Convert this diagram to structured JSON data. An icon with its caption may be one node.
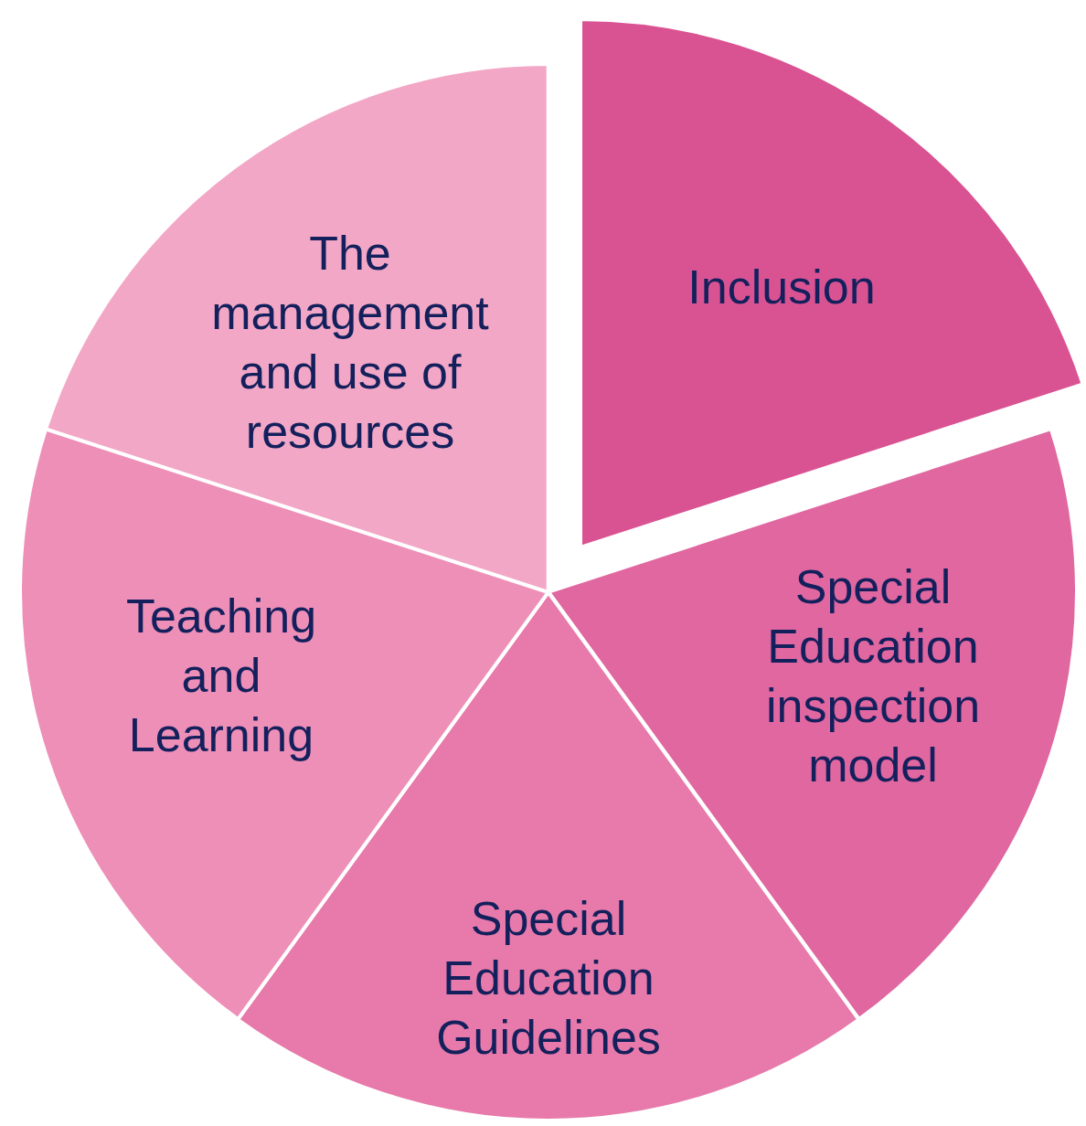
{
  "diagram": {
    "nodes": [
      {
        "text": [
          "Inclusion"
        ]
      },
      {
        "text": [
          "Special Education inspection model"
        ]
      },
      {
        "text": [
          "Special Education Guidelines"
        ]
      },
      {
        "text": [
          "Teaching and Learning"
        ]
      },
      {
        "text": [
          "The management and use of resources"
        ]
      }
    ]
  }
}
